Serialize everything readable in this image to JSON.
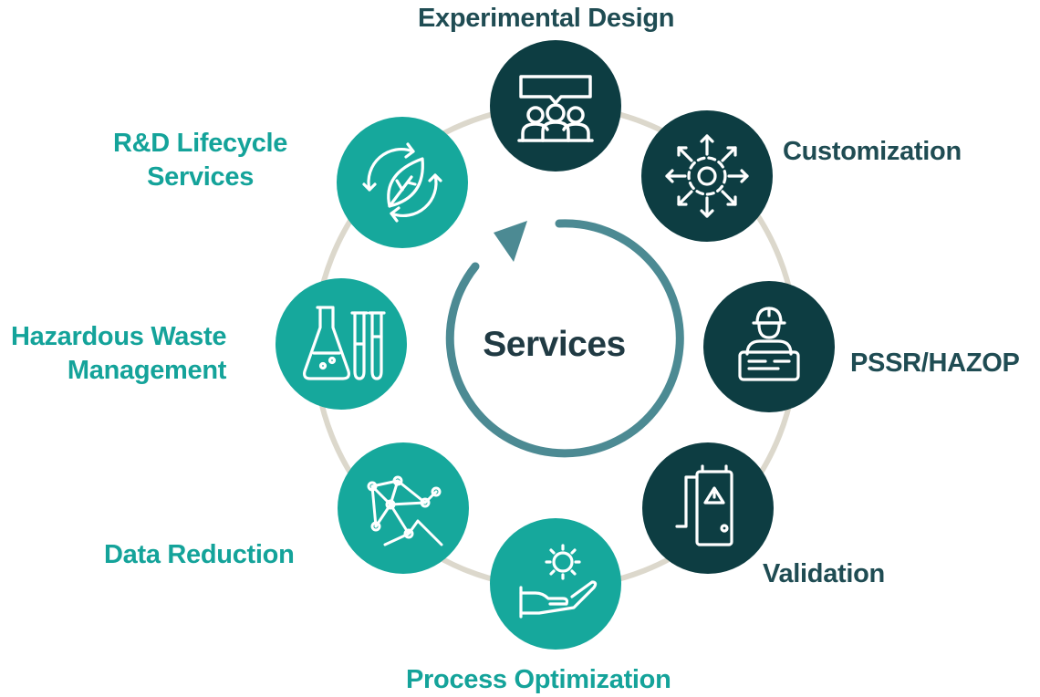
{
  "center": {
    "title": "Services"
  },
  "colors": {
    "dark": "#0d3d42",
    "teal": "#16a89c",
    "ring": "#dcd8cc",
    "arrow": "#4c8a93"
  },
  "nodes": [
    {
      "id": "experimental-design",
      "label_lines": [
        "Experimental Design"
      ],
      "icon": "team-meeting-icon",
      "style": "dark"
    },
    {
      "id": "customization",
      "label_lines": [
        "Customization"
      ],
      "icon": "expand-arrows-icon",
      "style": "dark"
    },
    {
      "id": "pssr-hazop",
      "label_lines": [
        "PSSR/HAZOP"
      ],
      "icon": "engineer-blueprint-icon",
      "style": "dark"
    },
    {
      "id": "validation",
      "label_lines": [
        "Validation"
      ],
      "icon": "electrical-panel-icon",
      "style": "dark"
    },
    {
      "id": "process-optimization",
      "label_lines": [
        "Process Optimization"
      ],
      "icon": "hand-sun-icon",
      "style": "teal"
    },
    {
      "id": "data-reduction",
      "label_lines": [
        "Data Reduction"
      ],
      "icon": "network-graph-icon",
      "style": "teal"
    },
    {
      "id": "hazardous-waste",
      "label_lines": [
        "Hazardous Waste",
        "Management"
      ],
      "icon": "flask-tubes-icon",
      "style": "teal"
    },
    {
      "id": "rnd-lifecycle",
      "label_lines": [
        "R&D Lifecycle",
        "Services"
      ],
      "icon": "leaf-cycle-icon",
      "style": "teal"
    }
  ]
}
